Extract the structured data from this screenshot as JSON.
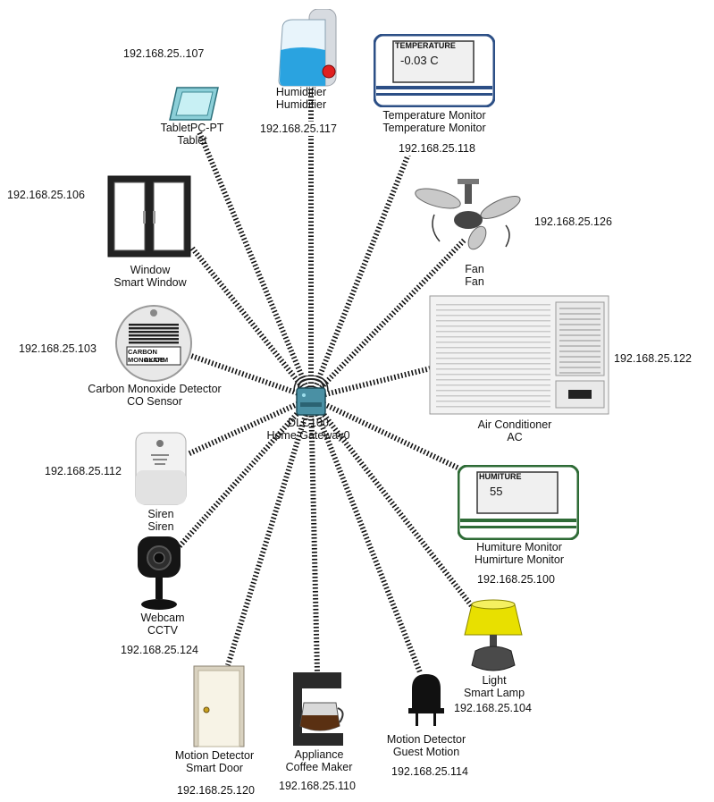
{
  "gateway": {
    "model": "DLC100",
    "name": "Home Gateway0"
  },
  "devices": [
    {
      "id": "tablet",
      "type": "TabletPC-PT",
      "name": "Tablet",
      "ip": "192.168.25..107",
      "icon": "tablet-icon"
    },
    {
      "id": "humidifier",
      "type": "Humidifier",
      "name": "Humidifier",
      "ip": "192.168.25.117",
      "icon": "humidifier-icon"
    },
    {
      "id": "temperature",
      "type": "Temperature Monitor",
      "name": "Temperature Monitor",
      "ip": "192.168.25.118",
      "icon": "temperature-monitor-icon",
      "panel_title": "TEMPERATURE",
      "reading": "-0.03 C"
    },
    {
      "id": "fan",
      "type": "Fan",
      "name": "Fan",
      "ip": "192.168.25.126",
      "icon": "ceiling-fan-icon"
    },
    {
      "id": "ac",
      "type": "Air Conditioner",
      "name": "AC",
      "ip": "192.168.25.122",
      "icon": "air-conditioner-icon"
    },
    {
      "id": "humiture",
      "type": "Humiture Monitor",
      "name": "Humirture Monitor",
      "ip": "192.168.25.100",
      "icon": "humiture-monitor-icon",
      "panel_title": "HUMITURE",
      "reading": "55"
    },
    {
      "id": "lamp",
      "type": "Light",
      "name": "Smart Lamp",
      "ip": "192.168.25.104",
      "icon": "lamp-icon"
    },
    {
      "id": "motion",
      "type": "Motion Detector",
      "name": "Guest Motion",
      "ip": "192.168.25.114",
      "icon": "motion-sensor-icon"
    },
    {
      "id": "coffee",
      "type": "Appliance",
      "name": "Coffee Maker",
      "ip": "192.168.25.110",
      "icon": "coffee-maker-icon"
    },
    {
      "id": "door",
      "type": "Motion Detector",
      "name": "Smart Door",
      "ip": "192.168.25.120",
      "icon": "door-icon"
    },
    {
      "id": "webcam",
      "type": "Webcam",
      "name": "CCTV",
      "ip": "192.168.25.124",
      "icon": "webcam-icon"
    },
    {
      "id": "siren",
      "type": "Siren",
      "name": "Siren",
      "ip": "192.168.25.112",
      "icon": "siren-icon"
    },
    {
      "id": "co",
      "type": "Carbon Monoxide Detector",
      "name": "CO Sensor",
      "ip": "192.168.25.103",
      "icon": "co-detector-icon",
      "panel_title": "CARBON MONOXIDE",
      "panel_subtitle": "ALARM"
    },
    {
      "id": "window",
      "type": "Window",
      "name": "Smart Window",
      "ip": "192.168.25.106",
      "icon": "window-icon"
    }
  ],
  "colors": {
    "link": "#111111",
    "gateway": "#4a90a4",
    "monitor_frame_blue": "#2c4f86",
    "monitor_frame_green": "#2e6b36",
    "lamp_shade": "#e8e000",
    "humidifier_button": "#e02020"
  }
}
